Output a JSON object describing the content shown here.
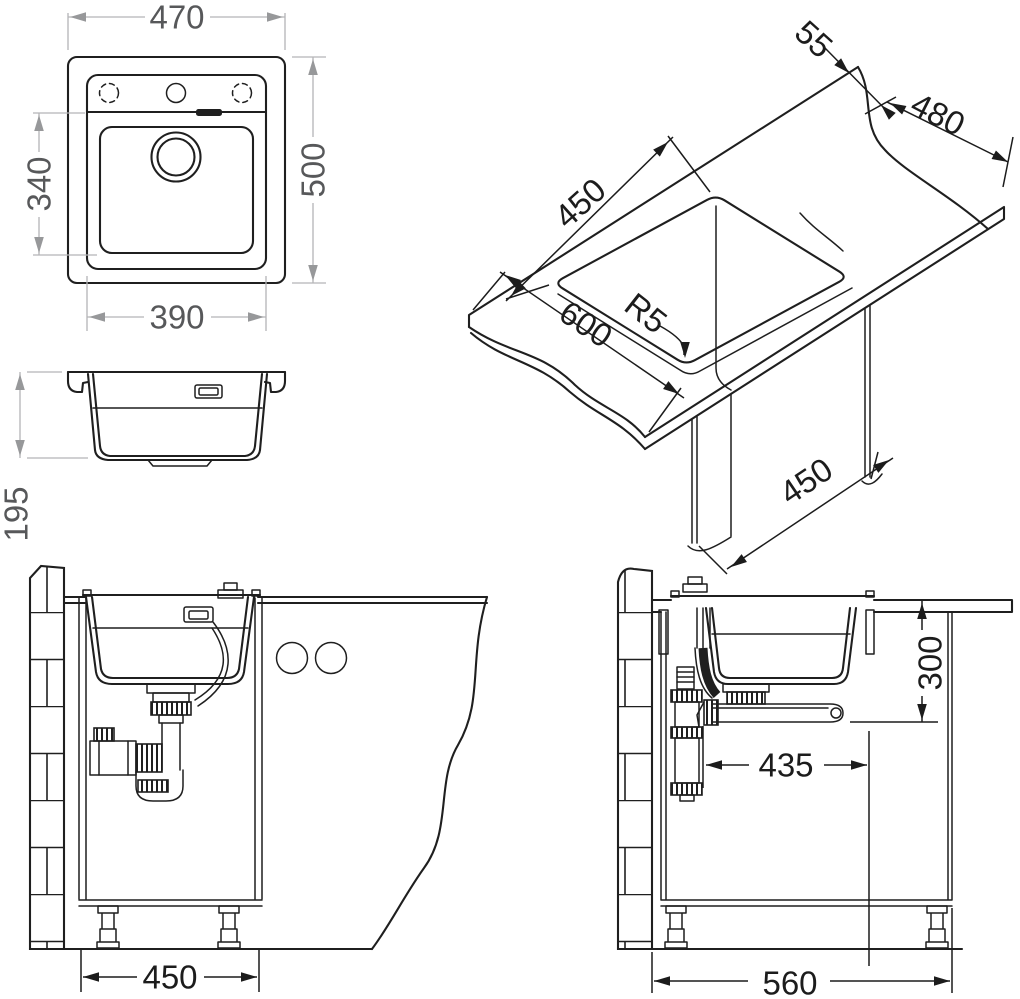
{
  "views": {
    "top": {
      "labels": {
        "width": "470",
        "height": "500",
        "bowl_length": "340",
        "bowl_width": "390"
      }
    },
    "front_section": {
      "labels": {
        "depth": "195"
      }
    },
    "isometric": {
      "labels": {
        "edge_gap": "55",
        "cutout_length": "480",
        "cutout_width": "450",
        "corner_radius": "R5",
        "worktop_depth": "600",
        "cabinet_depth": "450"
      }
    },
    "install_front": {
      "labels": {
        "cabinet_width": "450"
      }
    },
    "install_side": {
      "labels": {
        "outlet_height": "300",
        "outlet_offset": "435",
        "cabinet_depth": "560"
      }
    }
  },
  "colors": {
    "line": "#1f1f1f",
    "dim_line_gray": "#b4b4b6",
    "dim_text_gray": "#57585a",
    "dim_black": "#1c1c1c"
  }
}
